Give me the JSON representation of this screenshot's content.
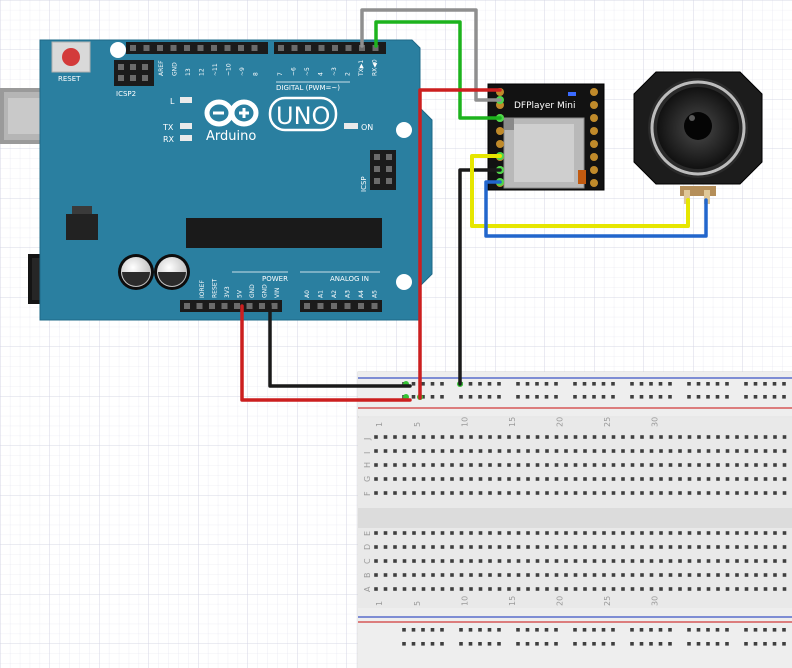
{
  "arduino": {
    "brand": "Arduino",
    "model": "UNO",
    "reset_label": "RESET",
    "icsp2_label": "ICSP2",
    "icsp_label": "ICSP",
    "led_l": "L",
    "led_tx": "TX",
    "led_rx": "RX",
    "led_on": "ON",
    "digital_label": "DIGITAL (PWM=~)",
    "power_label": "POWER",
    "analog_label": "ANALOG IN",
    "top_pins_left": [
      "AREF",
      "GND",
      "13",
      "12",
      "~11",
      "~10",
      "~9",
      "8"
    ],
    "top_pins_right": [
      "7",
      "~6",
      "~5",
      "4",
      "~3",
      "2",
      "TX▶1",
      "RX◀0"
    ],
    "power_pins": [
      "IOREF",
      "RESET",
      "3V3",
      "5V",
      "GND",
      "GND",
      "VIN"
    ],
    "analog_pins": [
      "A0",
      "A1",
      "A2",
      "A3",
      "A4",
      "A5"
    ]
  },
  "dfplayer": {
    "title": "DFPlayer Mini"
  },
  "breadboard": {
    "row_letters_top": [
      "J",
      "I",
      "H",
      "G",
      "F"
    ],
    "row_letters_bottom": [
      "E",
      "D",
      "C",
      "B",
      "A"
    ],
    "column_numbers": [
      "1",
      "5",
      "10",
      "15",
      "20",
      "25",
      "30"
    ]
  },
  "colors": {
    "board_blue": "#2a7fa0",
    "wire_red": "#cc1f1f",
    "wire_black": "#1a1a1a",
    "wire_green": "#1db31d",
    "wire_gray": "#8f8f8f",
    "wire_yellow": "#e6e600",
    "wire_blue": "#2266cc"
  },
  "icons": [
    "arduino-infinity-logo-icon",
    "usb-connector-icon",
    "dc-jack-icon",
    "sd-card-slot-icon",
    "speaker-icon"
  ]
}
